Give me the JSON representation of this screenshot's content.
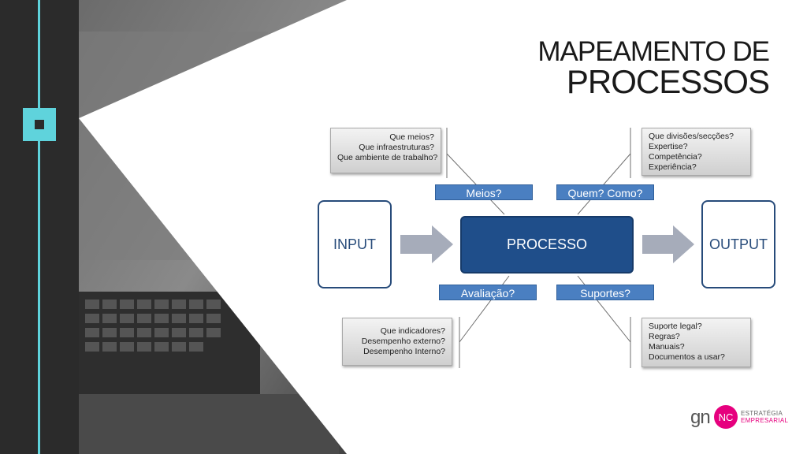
{
  "title": {
    "line1": "MAPEAMENTO DE",
    "line2": "PROCESSOS"
  },
  "diagram": {
    "input": "INPUT",
    "process": "PROCESSO",
    "output": "OUTPUT",
    "tags": {
      "meios": "Meios?",
      "quem_como": "Quem? Como?",
      "avaliacao": "Avaliação?",
      "suportes": "Suportes?"
    },
    "notes": {
      "meios": [
        "Que meios?",
        "Que infraestruturas?",
        "Que ambiente de trabalho?"
      ],
      "quem_como": [
        "Que divisões/secções?",
        "Expertise?",
        "Competência?",
        "Experiência?"
      ],
      "avaliacao": [
        "Que indicadores?",
        "Desempenho externo?",
        "Desempenho Interno?"
      ],
      "suportes": [
        "Suporte legal?",
        "Regras?",
        "Manuais?",
        "Documentos a usar?"
      ]
    }
  },
  "logo": {
    "gn": "gn",
    "nc": "NC",
    "line1": "ESTRATÉGIA",
    "line2": "EMPRESARIAL"
  },
  "colors": {
    "accent": "#5fd3dc",
    "process": "#1f4e8a",
    "tag": "#4a7fc1",
    "logo": "#e6007e"
  }
}
